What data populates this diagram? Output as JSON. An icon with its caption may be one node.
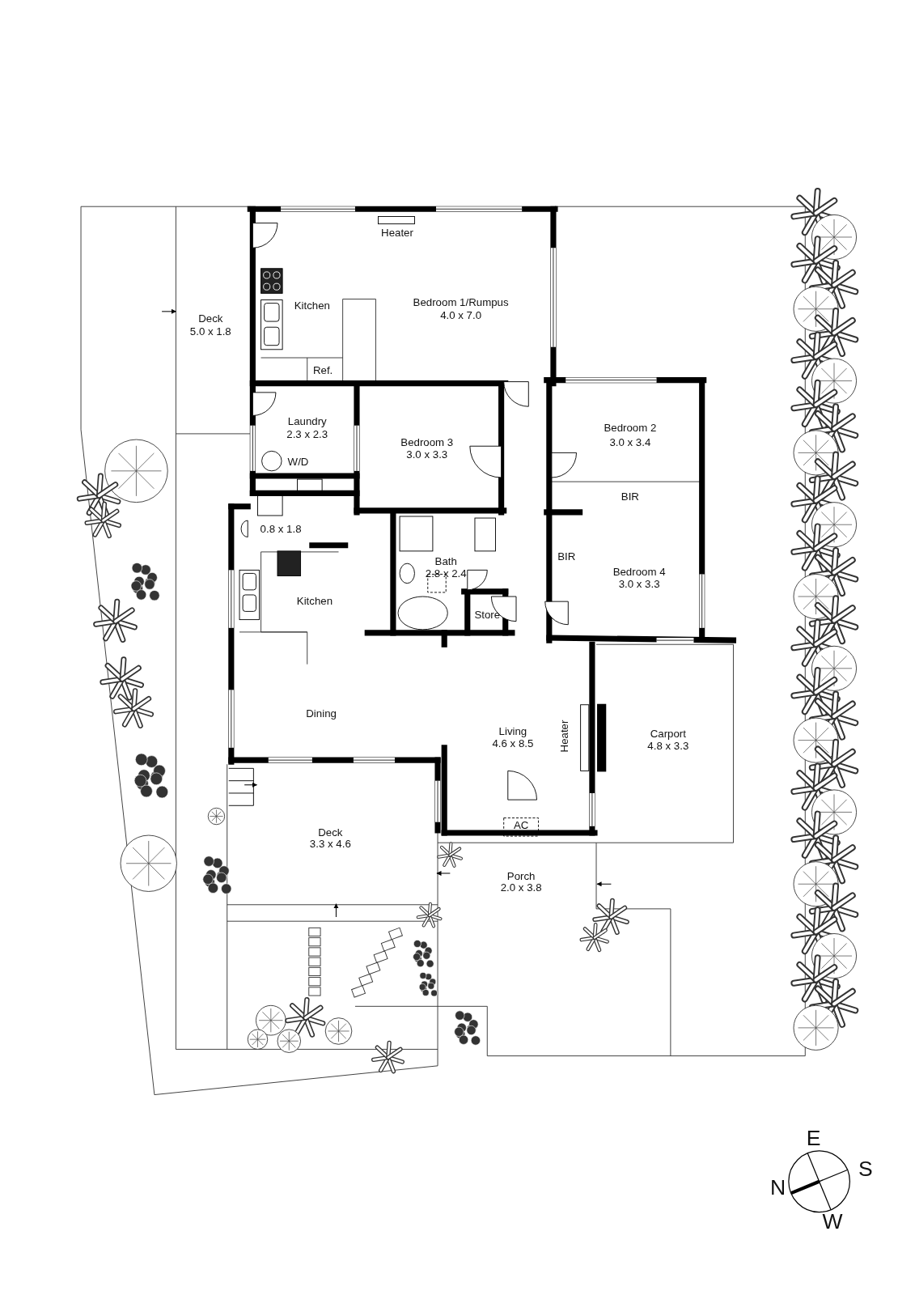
{
  "diagram": {
    "labels": [
      "Heater",
      "Kitchen",
      "Bedroom 1/Rumpus",
      "4.0 x 7.0",
      "Deck",
      "5.0 x 1.8",
      "Ref.",
      "Laundry",
      "2.3 x 2.3",
      "Bedroom 3",
      "3.0 x 3.3",
      "Bedroom 2",
      "3.0 x 3.4",
      "W/D",
      "BIR",
      "0.8 x 1.8",
      "Bath",
      "2.8 x 2.4",
      "BIR",
      "Bedroom 4",
      "3.0 x 3.3",
      "Kitchen",
      "Store",
      "Dining",
      "Carport",
      "4.8 x 3.3",
      "Living",
      "4.6 x 8.5",
      "Heater",
      "AC",
      "Deck",
      "3.3 x 4.6",
      "Porch",
      "2.0 x 3.8",
      "E",
      "S",
      "N",
      "W"
    ]
  }
}
